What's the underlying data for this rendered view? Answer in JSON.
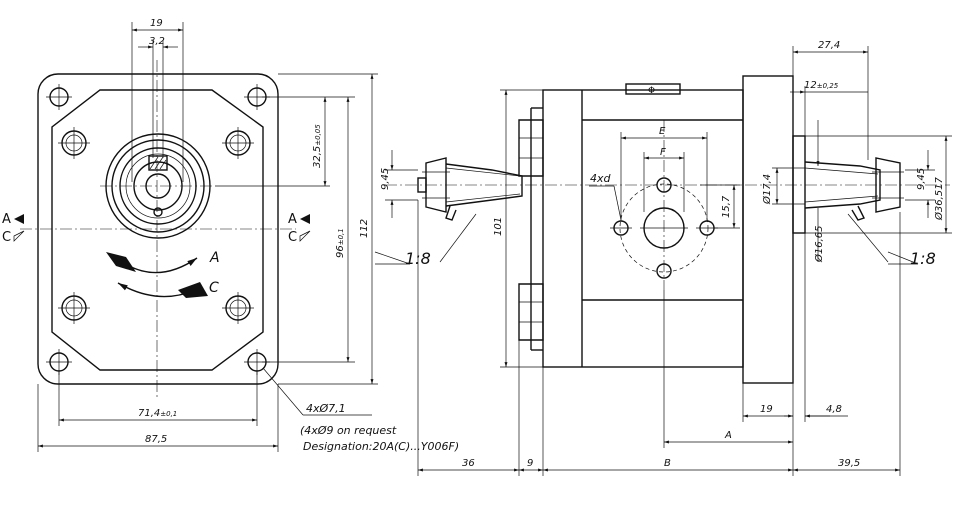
{
  "front_view": {
    "dims": {
      "key_width": "19",
      "key_slot": "3,2",
      "height_centre": "32,5",
      "height_centre_tol": "±0,05",
      "bolt_vertical": "96",
      "bolt_vertical_tol": "±0,1",
      "overall_height": "112",
      "bolt_horizontal": "71,4",
      "bolt_horizontal_tol": "±0,1",
      "overall_width": "87,5",
      "holes": "4xØ7,1",
      "note_line1": "(4xØ9 on request",
      "note_line2": "Designation:20A(C)...Y006F)"
    },
    "rotation": {
      "a": "A",
      "c": "C"
    },
    "ports": {
      "left_a": "A",
      "left_c": "C",
      "right_a": "A",
      "right_c": "C"
    }
  },
  "side_view": {
    "dims": {
      "thread_left": "9,45",
      "taper_left": "1:8",
      "body_height": "101",
      "e": "E",
      "f": "F",
      "holes": "4xd",
      "port_offset": "15,7",
      "flange_width": "27,4",
      "spigot": "12",
      "spigot_tol": "±0,25",
      "shaft_dia": "Ø17,4",
      "taper_dia": "Ø16,65",
      "thread_right": "9,45",
      "pilot_dia": "Ø36,517",
      "taper_right": "1:8",
      "flange_thk": "19",
      "shaft_step": "4,8",
      "a": "A",
      "left_shaft": "36",
      "left_step": "9",
      "b": "B",
      "right_shaft": "39,5"
    },
    "port_symbol": "Φ"
  }
}
